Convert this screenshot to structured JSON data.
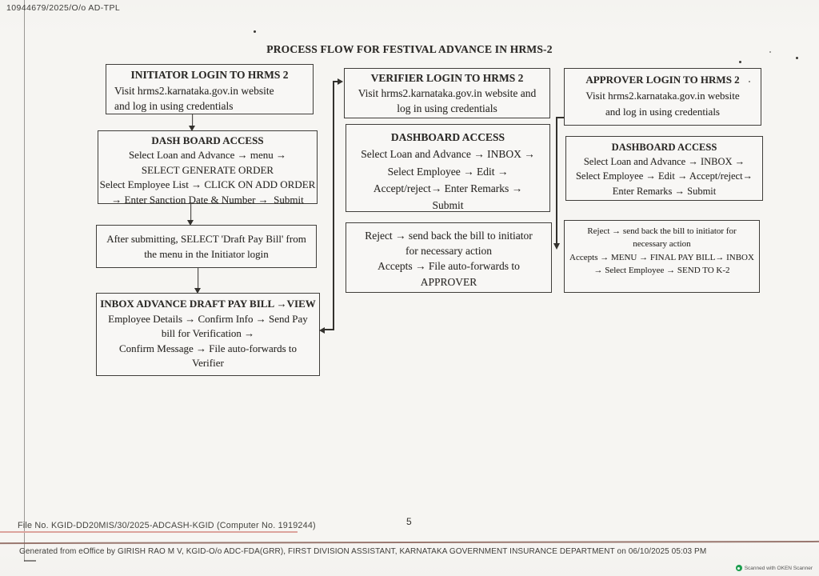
{
  "scan": {
    "ref_number": "10944679/2025/O/o AD-TPL",
    "page_number": "5",
    "footer": {
      "file_no": "File No. KGID-DD20MIS/30/2025-ADCASH-KGID (Computer No. 1919244)",
      "generated": "Generated from eOffice by GIRISH RAO M V, KGID-O/o ADC-FDA(GRR), FIRST DIVISION ASSISTANT, KARNATAKA GOVERNMENT INSURANCE DEPARTMENT on 06/10/2025 05:03 PM",
      "scanner_badge": "Scanned with OKEN Scanner"
    }
  },
  "diagram": {
    "title": "PROCESS FLOW FOR FESTIVAL ADVANCE IN HRMS-2",
    "initiator": {
      "login": {
        "title": "INITIATOR LOGIN TO HRMS 2",
        "lines": [
          "Visit hrms2.karnataka.gov.in website",
          "and log in using credentials"
        ]
      },
      "dashboard": {
        "title": "DASH BOARD ACCESS",
        "lines": [
          "Select Loan and Advance → menu →",
          "SELECT GENERATE ORDER",
          "Select Employee List → CLICK ON ADD ORDER",
          "→ Enter Sanction Date & Number →  Submit"
        ]
      },
      "draft_pay_bill": {
        "lines": [
          "After submitting, SELECT 'Draft Pay Bill' from",
          "the menu in the Initiator login"
        ]
      },
      "inbox": {
        "title": "INBOX ADVANCE DRAFT PAY BILL →VIEW",
        "lines": [
          "Employee Details → Confirm Info → Send Pay",
          "bill for Verification →",
          "Confirm Message → File auto-forwards to",
          "Verifier"
        ]
      }
    },
    "verifier": {
      "login": {
        "title": "VERIFIER LOGIN TO HRMS 2",
        "lines": [
          "Visit hrms2.karnataka.gov.in website and",
          "log in using credentials"
        ]
      },
      "dashboard": {
        "title": "DASHBOARD ACCESS",
        "lines": [
          "Select Loan and Advance → INBOX →",
          "Select Employee → Edit →",
          "Accept/reject→ Enter Remarks →",
          "Submit"
        ]
      },
      "decision": {
        "lines": [
          "Reject → send back the bill to initiator",
          "for necessary action",
          "Accepts → File auto-forwards to",
          "APPROVER"
        ]
      }
    },
    "approver": {
      "login": {
        "title": "APPROVER LOGIN TO HRMS 2",
        "lines": [
          "Visit hrms2.karnataka.gov.in website",
          "and log in using credentials"
        ]
      },
      "dashboard": {
        "title": "DASHBOARD ACCESS",
        "lines": [
          "Select Loan and Advance → INBOX →",
          "Select Employee → Edit → Accept/reject→",
          "Enter Remarks → Submit"
        ]
      },
      "decision": {
        "lines": [
          "Reject → send back the bill to initiator for",
          "necessary action",
          "Accepts → MENU → FINAL PAY BILL→ INBOX",
          "→ Select Employee → SEND TO K-2"
        ]
      }
    }
  },
  "colors": {
    "ink": "#2d2b28",
    "box_border": "#403e3a",
    "file_underline": "#dca39c",
    "footer_rule": "#8a6159",
    "scanner_green": "#1d9e4f",
    "paper": "#f6f5f2"
  }
}
